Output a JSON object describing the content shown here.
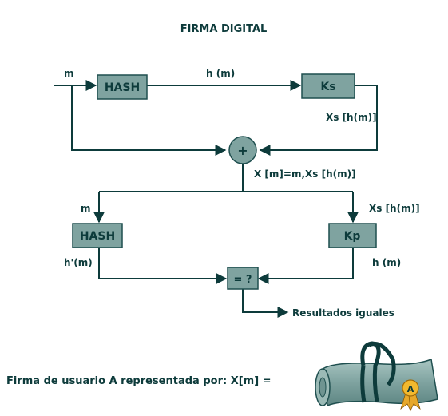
{
  "title": "FIRMA DIGITAL",
  "nodes": {
    "hash_top": "HASH",
    "ks": "Ks",
    "plus": "+",
    "hash_bottom": "HASH",
    "kp": "Kp",
    "compare": "= ?"
  },
  "labels": {
    "m_in": "m",
    "h_m": "h (m)",
    "xs_hm_right": "Xs [h(m)]",
    "x_combined": "X [m]=m,Xs [h(m)]",
    "m_left": "m",
    "xs_hm_kp": "Xs [h(m)]",
    "h_prime_m": "h'(m)",
    "h_m_bottom": "h (m)",
    "result": "Resultados iguales"
  },
  "footer": {
    "caption": "Firma de usuario A representada por:  X[m] =",
    "seal_letter": "A"
  }
}
